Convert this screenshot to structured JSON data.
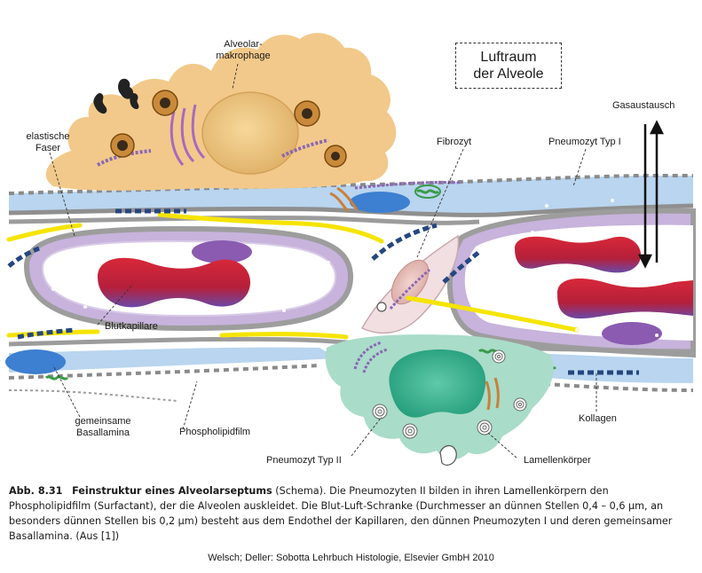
{
  "labels": {
    "makrophage_1": "Alveolar-",
    "makrophage_2": "makrophage",
    "luftraum_1": "Luftraum",
    "luftraum_2": "der Alveole",
    "gasaustausch": "Gasaustausch",
    "elastische_1": "elastische",
    "elastische_2": "Faser",
    "fibrozyt": "Fibrozyt",
    "pneumozyt1": "Pneumozyt Typ I",
    "blutkapillare": "Blutkapillare",
    "kollagen": "Kollagen",
    "basal_1": "gemeinsame",
    "basal_2": "Basallamina",
    "phospholipid": "Phospholipidfilm",
    "pneumozyt2": "Pneumozyt Typ II",
    "lamellen": "Lamellenkörper"
  },
  "caption": {
    "number": "Abb. 8.31",
    "title": "Feinstruktur eines Alveolarseptums",
    "text": " (Schema). Die Pneumozyten II bilden in ihren Lamellenkörpern den Phospholipidfilm (Surfactant), der die Alveolen auskleidet. Die Blut-Luft-Schranke (Durchmesser an dünnen Stellen 0,4 – 0,6 µm, an besonders dünnen Stellen bis 0,2 µm) besteht aus dem Endothel der Kapillaren, den dünnen Pneumozyten I und deren gemeinsamer Basallamina. (Aus [1])"
  },
  "credit": "Welsch; Deller: Sobotta Lehrbuch Histologie, Elsevier GmbH 2010",
  "colors": {
    "macrophage": "#f2c98a",
    "pneumocyte1": "#b7d3ee",
    "endothelium": "#c9b6dc",
    "pneumocyte2": "#a9dcc9",
    "erythrocyte": "#c8202e",
    "nucleus_blue": "#3d7fd0",
    "nucleus_purple": "#8a5bb0",
    "elastic_fiber": "#f5e400",
    "collagen": "#2a4f8c",
    "basal_lamina": "#9a9a9a"
  }
}
